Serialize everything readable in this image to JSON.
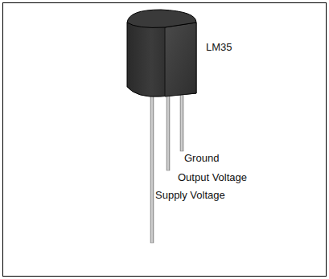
{
  "diagram": {
    "labels": [
      "LM35",
      "Ground",
      "Output Voltage",
      "Supply Voltage"
    ]
  }
}
